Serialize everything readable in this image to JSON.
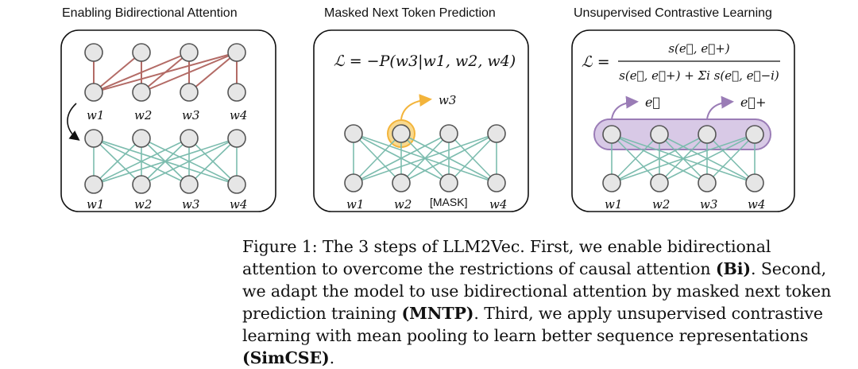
{
  "panels": [
    {
      "title": "Enabling Bidirectional Attention",
      "labels_top": [
        "w1",
        "w2",
        "w3",
        "w4"
      ],
      "labels_bottom": [
        "w1",
        "w2",
        "w3",
        "w4"
      ]
    },
    {
      "title": "Masked Next Token Prediction",
      "formula": "ℒ = −P(w3|w1, w2, w4)",
      "predicted": "w3",
      "labels_bottom": [
        "w1",
        "w2",
        "[MASK]",
        "w4"
      ]
    },
    {
      "title": "Unsupervised Contrastive Learning",
      "formula_lhs": "ℒ =",
      "formula_num": "s(e⃗, e⃗+)",
      "formula_den": "s(e⃗, e⃗+) + Σi s(e⃗, e⃗−i)",
      "out_left": "e⃗",
      "out_right": "e⃗+",
      "labels_bottom": [
        "w1",
        "w2",
        "w3",
        "w4"
      ]
    }
  ],
  "caption": {
    "prefix": "Figure 1: The 3 steps of LLM2Vec. First, we enable bidirectional attention to overcome the restrictions of causal attention ",
    "bold1": "(Bi)",
    "mid1": ". Second, we adapt the model to use bidirectional attention by masked next token prediction training ",
    "bold2": "(MNTP)",
    "mid2": ". Third, we apply unsupervised contrastive learning with mean pooling to learn better sequence representations ",
    "bold3": "(SimCSE)",
    "suffix": "."
  },
  "colors": {
    "causal_edge": "#b36b66",
    "bidir_edge": "#7cbcae",
    "highlight": "#f3b43b",
    "pooling": "#9a7cb6"
  }
}
